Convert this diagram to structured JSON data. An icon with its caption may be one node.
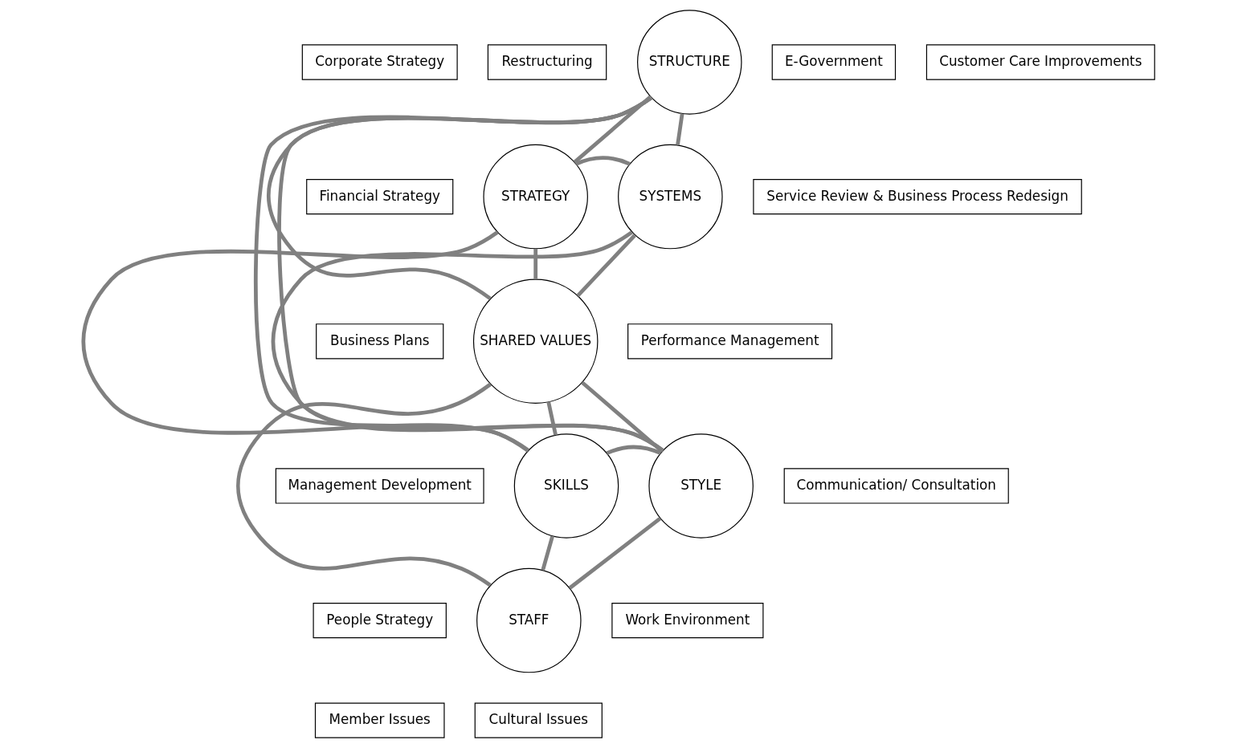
{
  "diagram": {
    "nodes": [
      {
        "text": [
          "STRUCTURE"
        ]
      },
      {
        "text": [
          "STRATEGY"
        ]
      },
      {
        "text": [
          "SYSTEMS"
        ]
      },
      {
        "text": [
          "SHARED VALUES"
        ]
      },
      {
        "text": [
          "SKILLS"
        ]
      },
      {
        "text": [
          "STYLE"
        ]
      },
      {
        "text": [
          "STAFF"
        ]
      },
      {
        "text": [
          "Restructuring"
        ]
      },
      {
        "text": [
          "E-Government"
        ]
      },
      {
        "text": [
          "Corporate Strategy"
        ]
      },
      {
        "text": [
          "Customer Care Improvements"
        ]
      },
      {
        "text": [
          "Financial Strategy"
        ]
      },
      {
        "text": [
          "Service Review & Business Process Redesign"
        ]
      },
      {
        "text": [
          "Business Plans"
        ]
      },
      {
        "text": [
          "Performance Management"
        ]
      },
      {
        "text": [
          "Communication/ Consultation"
        ]
      },
      {
        "text": [
          "Management Development"
        ]
      },
      {
        "text": [
          "Work Environment"
        ]
      },
      {
        "text": [
          "People Strategy"
        ]
      },
      {
        "text": [
          "Cultural Issues"
        ]
      },
      {
        "text": [
          "Member Issues"
        ]
      }
    ],
    "edges": [
      {
        "from": 0,
        "to": 1,
        "arrow": "none"
      },
      {
        "from": 0,
        "to": 2,
        "arrow": "none"
      },
      {
        "from": 0,
        "to": 3,
        "arrow": "none"
      },
      {
        "from": 0,
        "to": 4,
        "arrow": "none"
      },
      {
        "from": 0,
        "to": 5,
        "arrow": "none"
      },
      {
        "from": 1,
        "to": 2,
        "arrow": "none"
      },
      {
        "from": 1,
        "to": 3,
        "arrow": "none"
      },
      {
        "from": 1,
        "to": 4,
        "arrow": "none"
      },
      {
        "from": 2,
        "to": 3,
        "arrow": "none"
      },
      {
        "from": 2,
        "to": 5,
        "arrow": "none"
      },
      {
        "from": 3,
        "to": 4,
        "arrow": "none"
      },
      {
        "from": 3,
        "to": 5,
        "arrow": "none"
      },
      {
        "from": 3,
        "to": 6,
        "arrow": "none"
      },
      {
        "from": 4,
        "to": 5,
        "arrow": "none"
      },
      {
        "from": 4,
        "to": 6,
        "arrow": "none"
      },
      {
        "from": 6,
        "to": 5,
        "arrow": "none"
      }
    ]
  }
}
